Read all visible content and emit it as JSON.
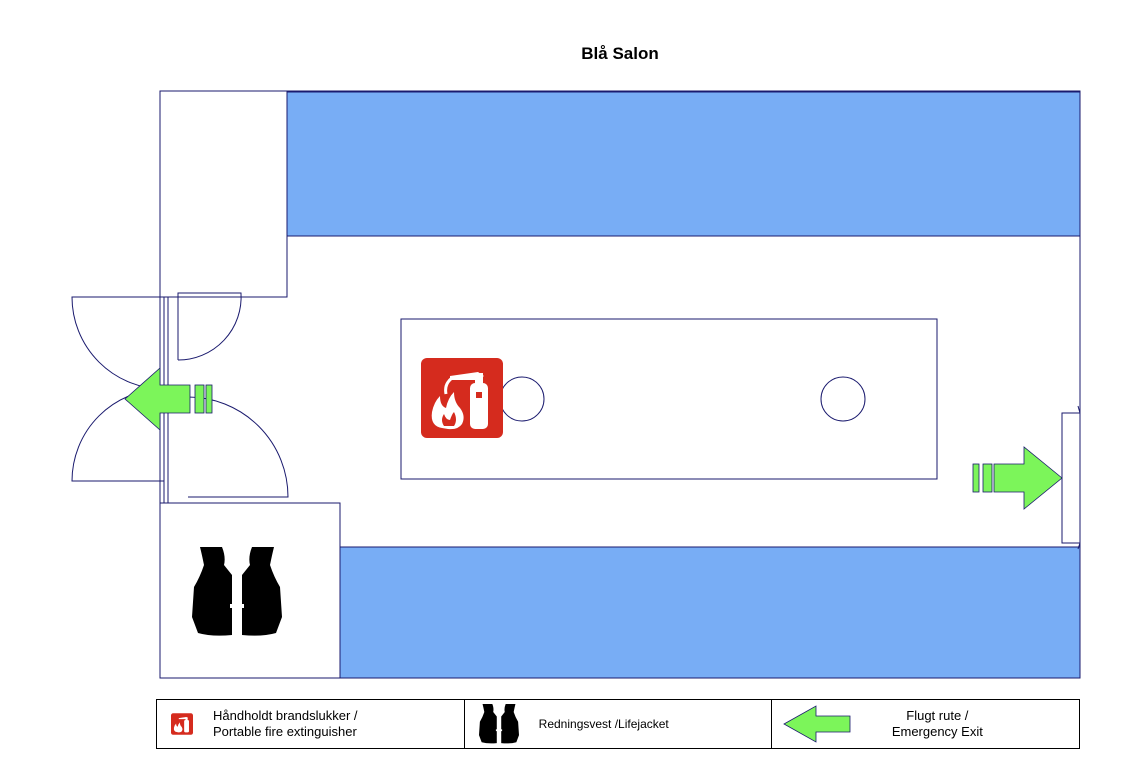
{
  "title": "Blå Salon",
  "colors": {
    "seating": "#78adf5",
    "walls": "#1a1a6e",
    "exit_arrow": "#7cf55a",
    "extinguisher_bg": "#d52b1e",
    "lifejacket": "#000000"
  },
  "legend": {
    "extinguisher": {
      "icon": "fire-extinguisher-icon",
      "line1": "Håndholdt brandslukker /",
      "line2": "Portable fire extinguisher"
    },
    "lifejacket": {
      "icon": "lifejacket-icon",
      "text": "Redningsvest /Lifejacket"
    },
    "exit": {
      "icon": "exit-arrow-icon",
      "line1": "Flugt rute /",
      "line2": "Emergency Exit"
    }
  }
}
